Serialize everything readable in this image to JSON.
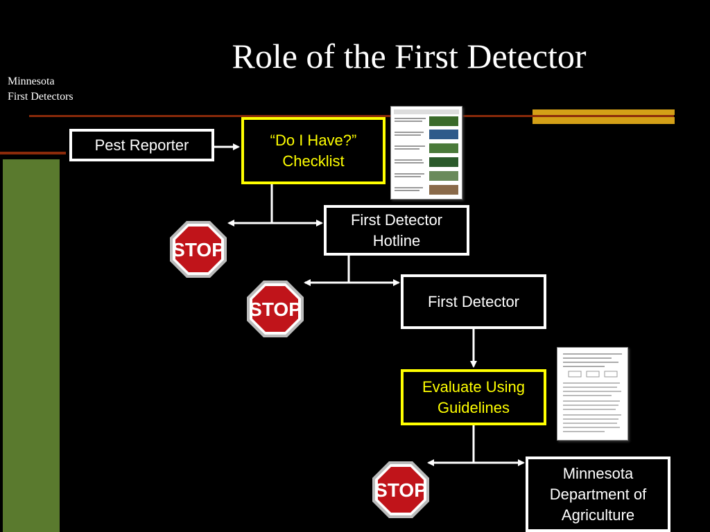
{
  "slide": {
    "title": "Role of the First Detector",
    "org_line1": "Minnesota",
    "org_line2": "First Detectors"
  },
  "colors": {
    "background": "#000000",
    "accent_line": "#8b2a0a",
    "gold_bar": "#d4a017",
    "green_bar": "#5a7a2e",
    "yellow_box": "#ffff00",
    "white_box": "#ffffff",
    "stop_red": "#c0141a"
  },
  "flow": {
    "pest_reporter": "Pest Reporter",
    "checklist": "“Do I Have?”\nChecklist",
    "hotline": "First Detector\nHotline",
    "first_detector": "First Detector",
    "evaluate": "Evaluate Using\nGuidelines",
    "mda": "Minnesota\nDepartment of\nAgriculture"
  },
  "stop_signs": {
    "label": "STOP",
    "icon": "stop-sign-icon"
  },
  "documents": {
    "icon": "document-thumbnail-icon"
  }
}
